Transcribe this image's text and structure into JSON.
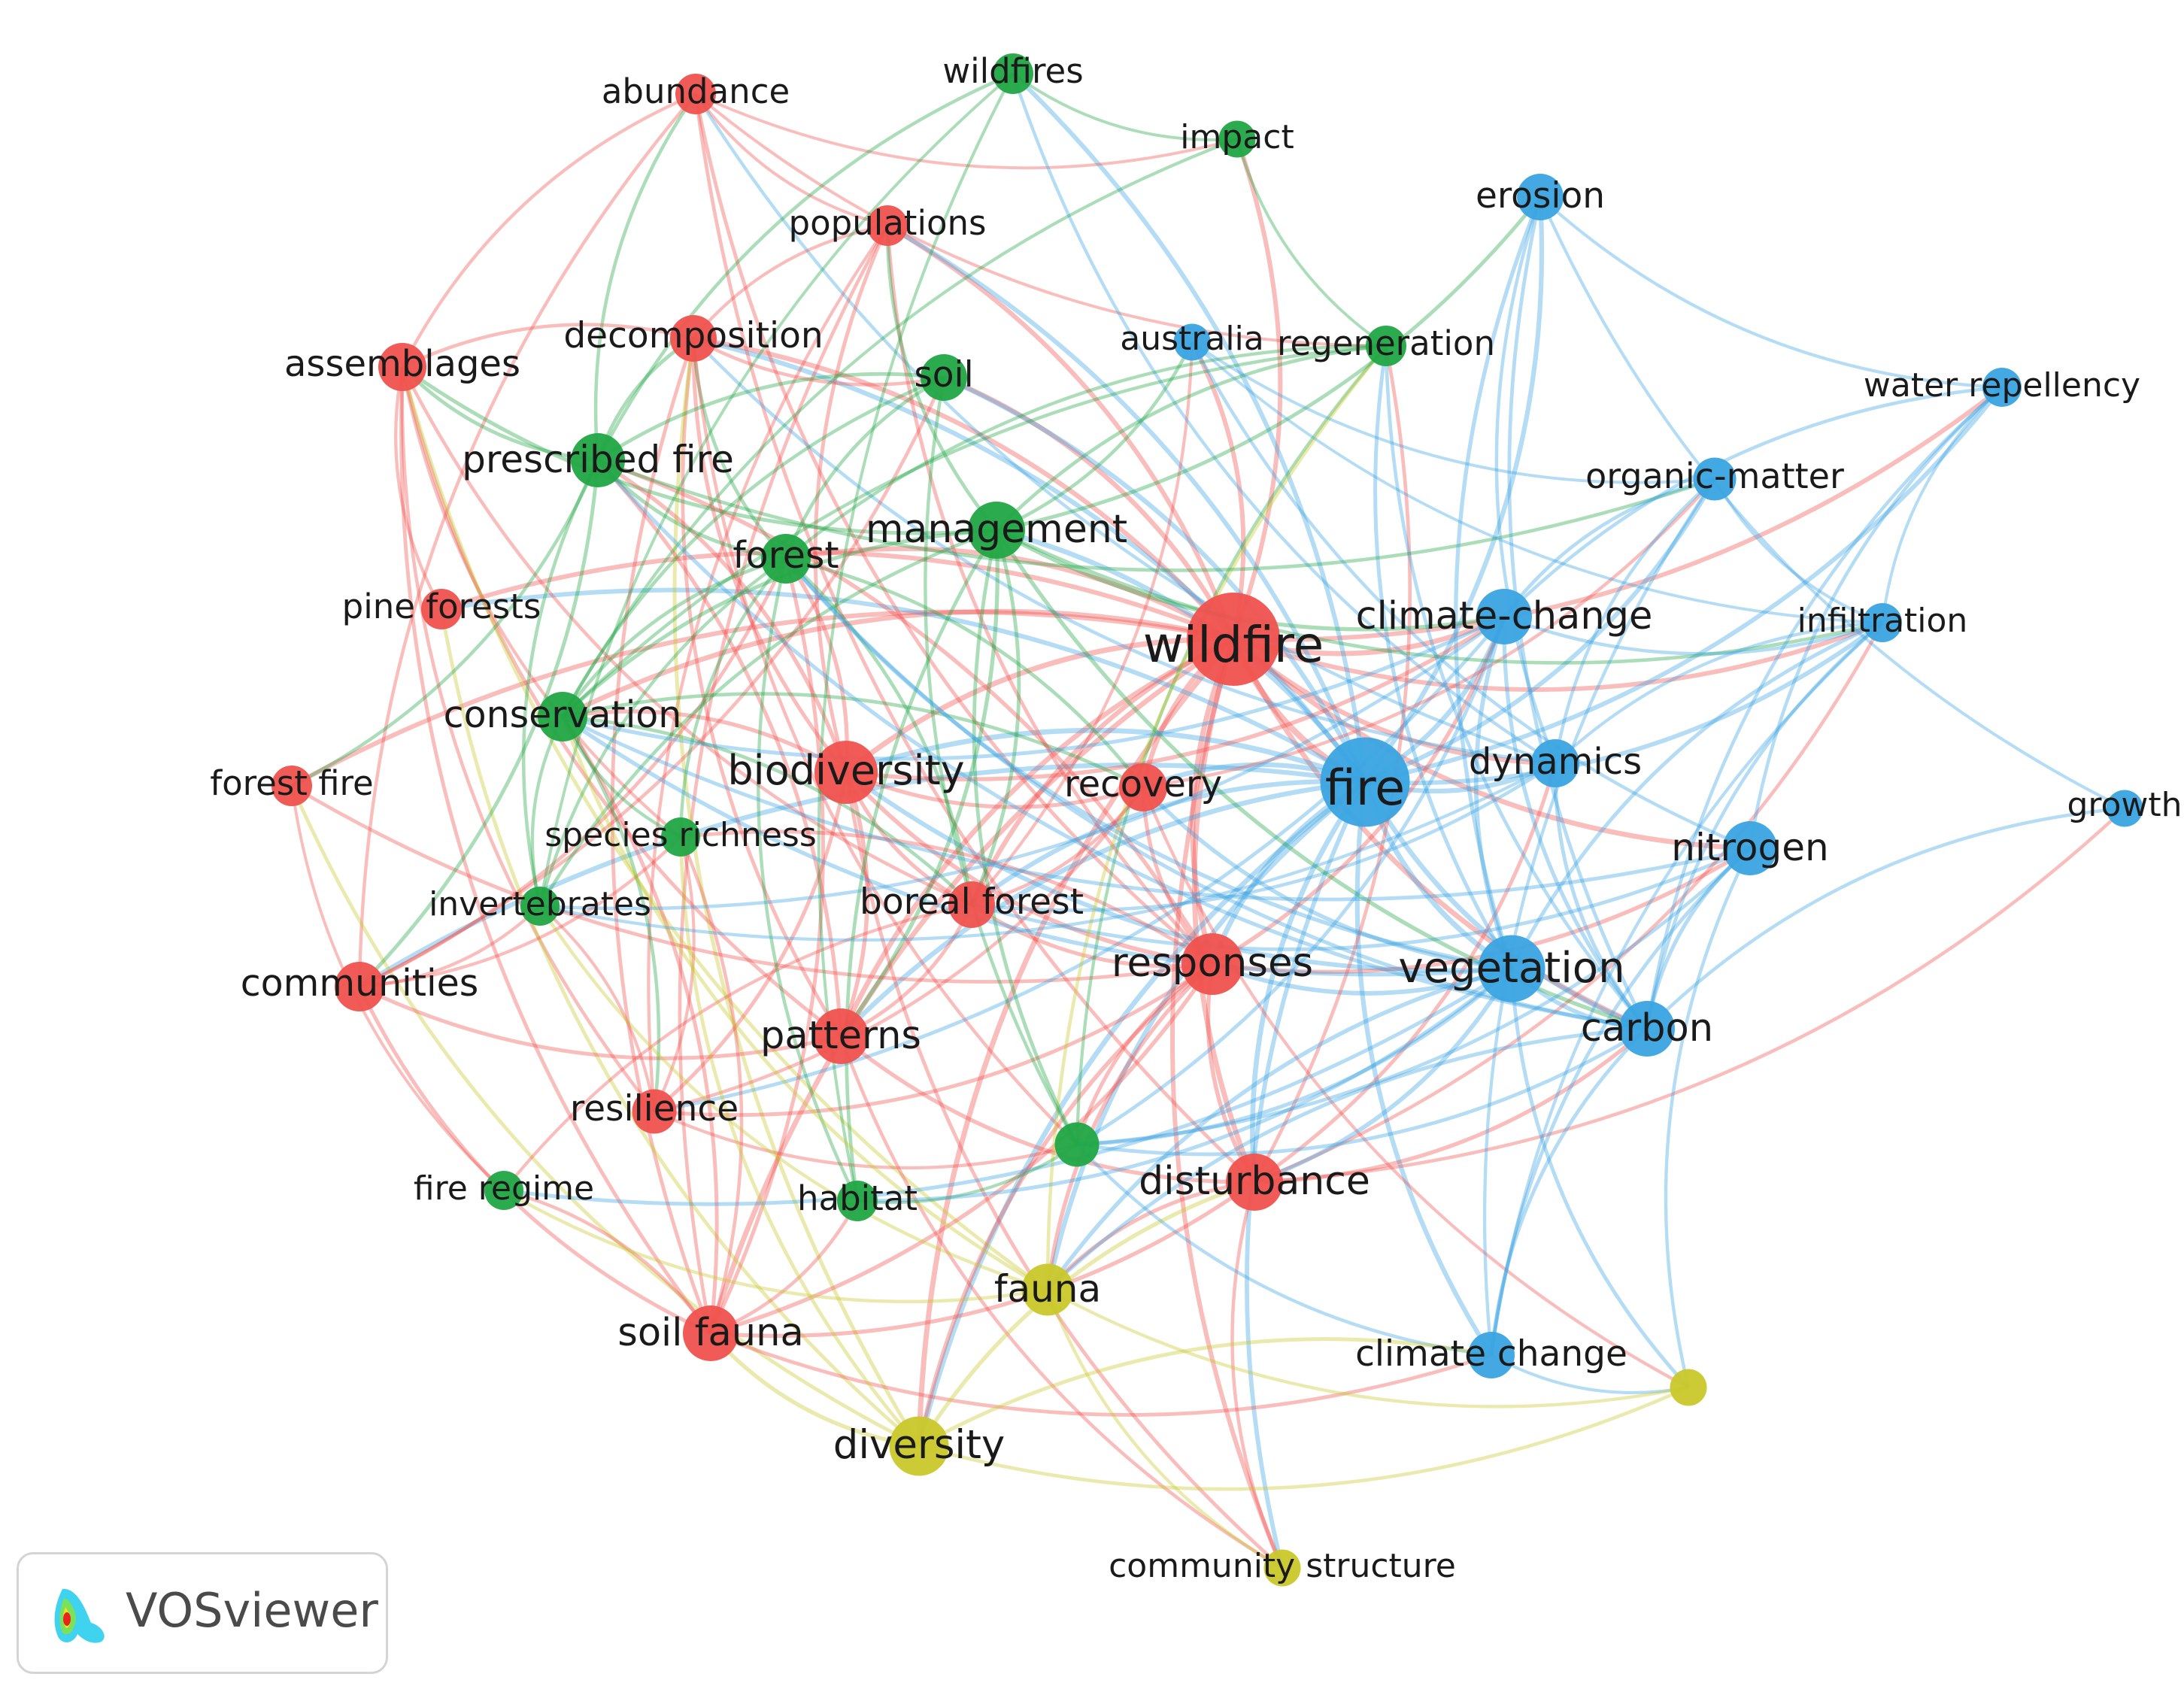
{
  "colors": {
    "red": "#f0524e",
    "green": "#21a645",
    "blue": "#3aa4e2",
    "yellow": "#c9c82a"
  },
  "badge": {
    "label": "VOSviewer",
    "icon": "vosviewer-logo-icon"
  },
  "nodes": [
    {
      "id": "wildfire",
      "label": "wildfire",
      "cluster": "red",
      "weight": 1.0
    },
    {
      "id": "fire",
      "label": "fire",
      "cluster": "blue",
      "weight": 0.95
    },
    {
      "id": "abundance",
      "label": "abundance",
      "cluster": "red",
      "weight": 0.3
    },
    {
      "id": "populations",
      "label": "populations",
      "cluster": "red",
      "weight": 0.3
    },
    {
      "id": "decomposition",
      "label": "decomposition",
      "cluster": "red",
      "weight": 0.38
    },
    {
      "id": "assemblages",
      "label": "assemblages",
      "cluster": "red",
      "weight": 0.4
    },
    {
      "id": "pine_forests",
      "label": "pine forests",
      "cluster": "red",
      "weight": 0.3
    },
    {
      "id": "forest_fire",
      "label": "forest fire",
      "cluster": "red",
      "weight": 0.3
    },
    {
      "id": "communities",
      "label": "communities",
      "cluster": "red",
      "weight": 0.42
    },
    {
      "id": "resilience",
      "label": "resilience",
      "cluster": "red",
      "weight": 0.35
    },
    {
      "id": "soil_fauna",
      "label": "soil fauna",
      "cluster": "red",
      "weight": 0.5
    },
    {
      "id": "patterns",
      "label": "patterns",
      "cluster": "red",
      "weight": 0.5
    },
    {
      "id": "biodiversity",
      "label": "biodiversity",
      "cluster": "red",
      "weight": 0.6
    },
    {
      "id": "boreal_forest",
      "label": "boreal forest",
      "cluster": "red",
      "weight": 0.38
    },
    {
      "id": "recovery",
      "label": "recovery",
      "cluster": "red",
      "weight": 0.4
    },
    {
      "id": "responses",
      "label": "responses",
      "cluster": "red",
      "weight": 0.58
    },
    {
      "id": "disturbance",
      "label": "disturbance",
      "cluster": "red",
      "weight": 0.52
    },
    {
      "id": "wildfires",
      "label": "wildfires",
      "cluster": "green",
      "weight": 0.3
    },
    {
      "id": "impact",
      "label": "impact",
      "cluster": "green",
      "weight": 0.25
    },
    {
      "id": "regeneration",
      "label": "regeneration",
      "cluster": "green",
      "weight": 0.3
    },
    {
      "id": "soil",
      "label": "soil",
      "cluster": "green",
      "weight": 0.38
    },
    {
      "id": "prescribed_fire",
      "label": "prescribed fire",
      "cluster": "green",
      "weight": 0.48
    },
    {
      "id": "management",
      "label": "management",
      "cluster": "green",
      "weight": 0.52
    },
    {
      "id": "forest",
      "label": "forest",
      "cluster": "green",
      "weight": 0.42
    },
    {
      "id": "conservation",
      "label": "conservation",
      "cluster": "green",
      "weight": 0.42
    },
    {
      "id": "species_richness",
      "label": "species richness",
      "cluster": "green",
      "weight": 0.28
    },
    {
      "id": "invertebrates",
      "label": "invertebrates",
      "cluster": "green",
      "weight": 0.28
    },
    {
      "id": "fire_regime",
      "label": "fire regime",
      "cluster": "green",
      "weight": 0.28
    },
    {
      "id": "habitat",
      "label": "habitat",
      "cluster": "green",
      "weight": 0.3
    },
    {
      "id": "green_unlabeled",
      "label": "",
      "cluster": "green",
      "weight": 0.35
    },
    {
      "id": "erosion",
      "label": "erosion",
      "cluster": "blue",
      "weight": 0.38
    },
    {
      "id": "australia",
      "label": "australia",
      "cluster": "blue",
      "weight": 0.25
    },
    {
      "id": "water_repellency",
      "label": "water repellency",
      "cluster": "blue",
      "weight": 0.28
    },
    {
      "id": "organic_matter",
      "label": "organic-matter",
      "cluster": "blue",
      "weight": 0.33
    },
    {
      "id": "climate_change_h",
      "label": "climate-change",
      "cluster": "blue",
      "weight": 0.5
    },
    {
      "id": "infiltration",
      "label": "infiltration",
      "cluster": "blue",
      "weight": 0.28
    },
    {
      "id": "dynamics",
      "label": "dynamics",
      "cluster": "blue",
      "weight": 0.4
    },
    {
      "id": "growth",
      "label": "growth",
      "cluster": "blue",
      "weight": 0.25
    },
    {
      "id": "nitrogen",
      "label": "nitrogen",
      "cluster": "blue",
      "weight": 0.48
    },
    {
      "id": "vegetation",
      "label": "vegetation",
      "cluster": "blue",
      "weight": 0.65
    },
    {
      "id": "carbon",
      "label": "carbon",
      "cluster": "blue",
      "weight": 0.5
    },
    {
      "id": "climate_change",
      "label": "climate change",
      "cluster": "blue",
      "weight": 0.38
    },
    {
      "id": "fauna",
      "label": "fauna",
      "cluster": "yellow",
      "weight": 0.45
    },
    {
      "id": "diversity",
      "label": "diversity",
      "cluster": "yellow",
      "weight": 0.55
    },
    {
      "id": "community_structure",
      "label": "community structure",
      "cluster": "yellow",
      "weight": 0.25
    },
    {
      "id": "yellow_unlabeled",
      "label": "",
      "cluster": "yellow",
      "weight": 0.25
    }
  ]
}
